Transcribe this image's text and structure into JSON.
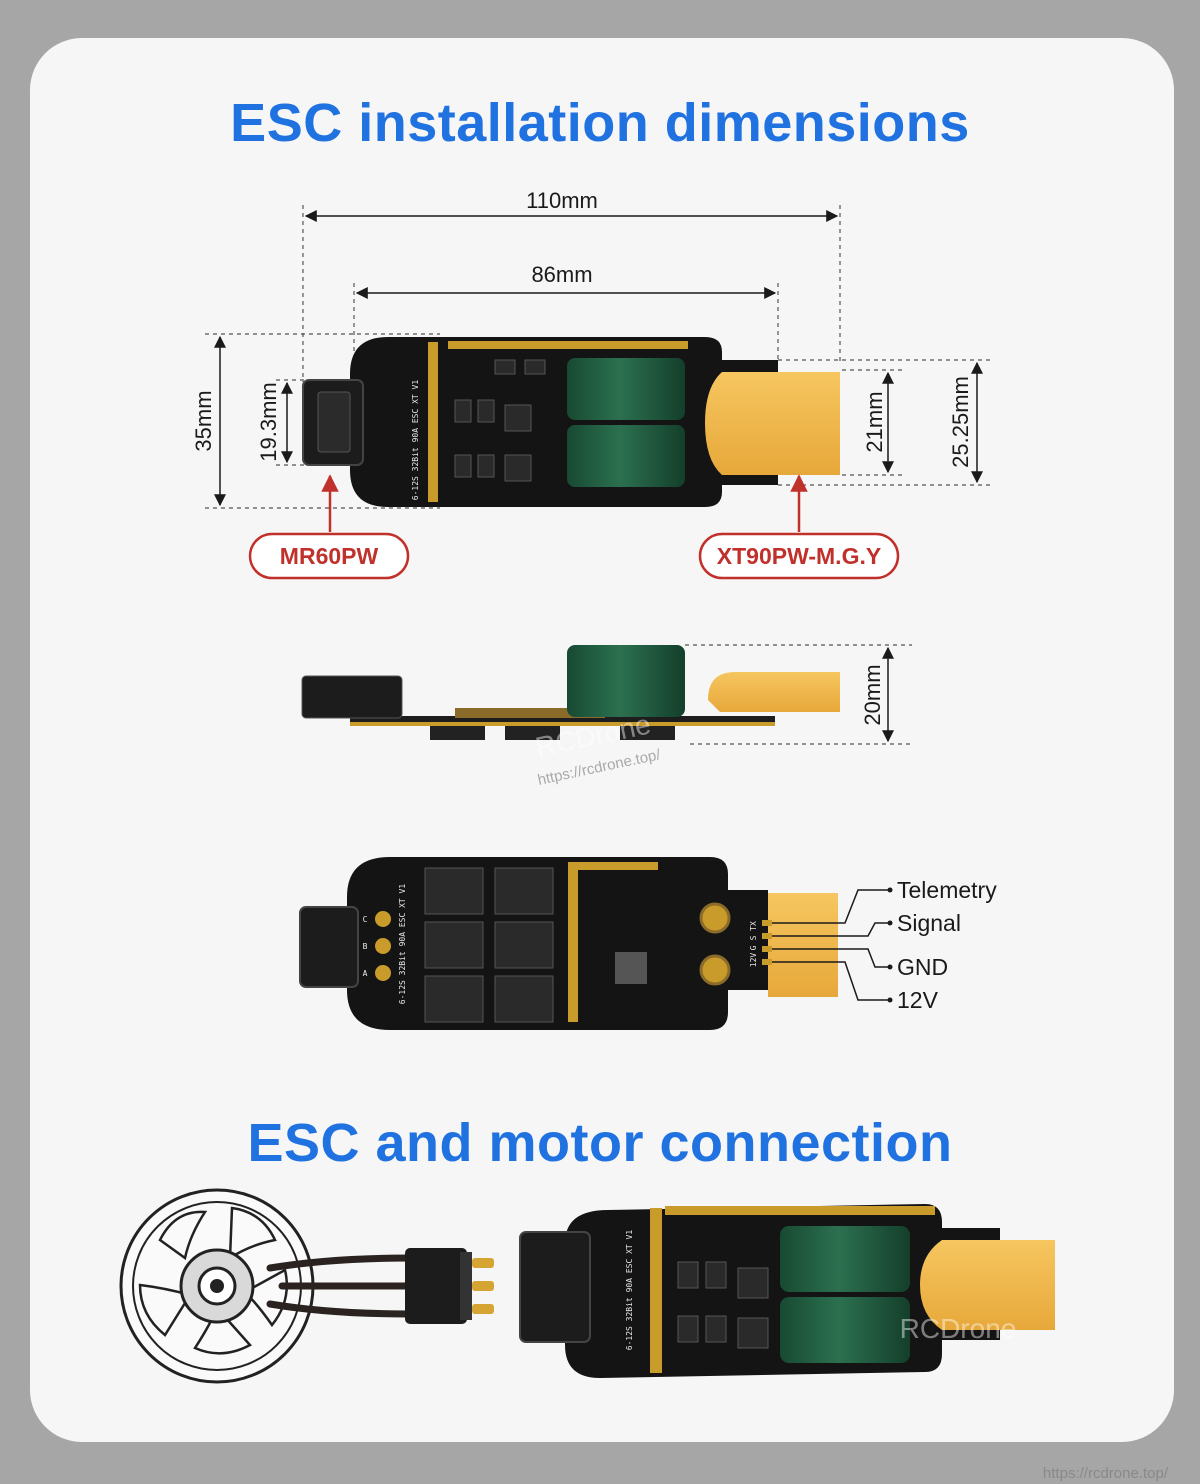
{
  "titles": {
    "installation": "ESC installation dimensions",
    "connection": "ESC and motor connection"
  },
  "dimensions": {
    "overall_length": "110mm",
    "hole_spacing": "86mm",
    "board_width": "35mm",
    "mr60_width": "19.3mm",
    "xt90_inner": "21mm",
    "xt90_outer": "25.25mm",
    "height": "20mm"
  },
  "connectors": {
    "input": "MR60PW",
    "output": "XT90PW-M.G.Y"
  },
  "pins": [
    "Telemetry",
    "Signal",
    "GND",
    "12V"
  ],
  "silkscreen": {
    "board": "6-12S 32Bit 90A ESC XT V1",
    "phases": [
      "C",
      "B",
      "A"
    ],
    "header": [
      "12V",
      "G",
      "S",
      "TX"
    ]
  },
  "watermarks": {
    "brand": "RCDrone",
    "url": "https://rcdrone.top/"
  },
  "colors": {
    "title": "#1f72e0",
    "callout": "#c0312b",
    "pcb": "#141414",
    "capacitor": "#1f5b3e",
    "connector_yellow": "#f2b84a",
    "gold": "#c89b2a"
  }
}
